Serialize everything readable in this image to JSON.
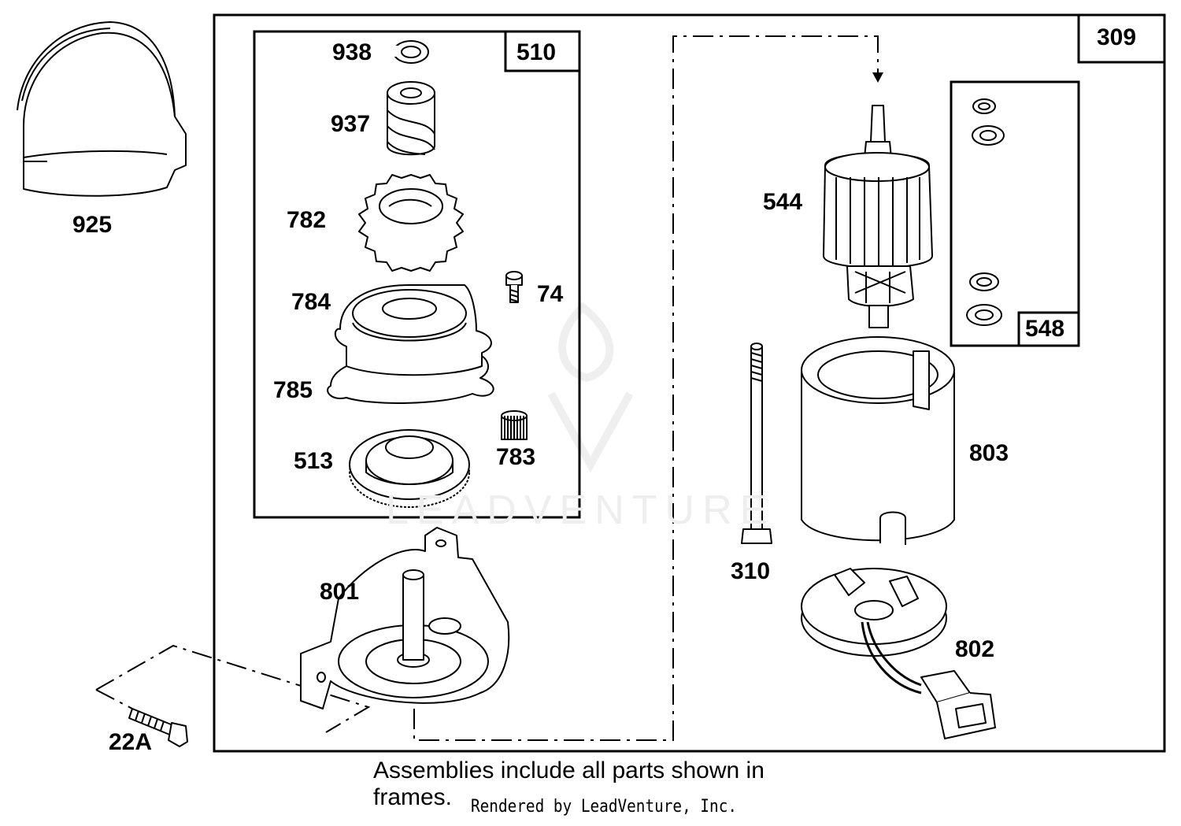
{
  "frames": {
    "main": "309",
    "gear_kit": "510",
    "washer_kit": "548"
  },
  "parts": {
    "p925": "925",
    "p938": "938",
    "p937": "937",
    "p782": "782",
    "p74": "74",
    "p784": "784",
    "p785": "785",
    "p513": "513",
    "p783": "783",
    "p801": "801",
    "p22a": "22A",
    "p544": "544",
    "p803": "803",
    "p310": "310",
    "p802": "802"
  },
  "note": "Assemblies include all parts shown in frames.",
  "credit": "Rendered by LeadVenture, Inc.",
  "watermark": "LEADVENTURE"
}
